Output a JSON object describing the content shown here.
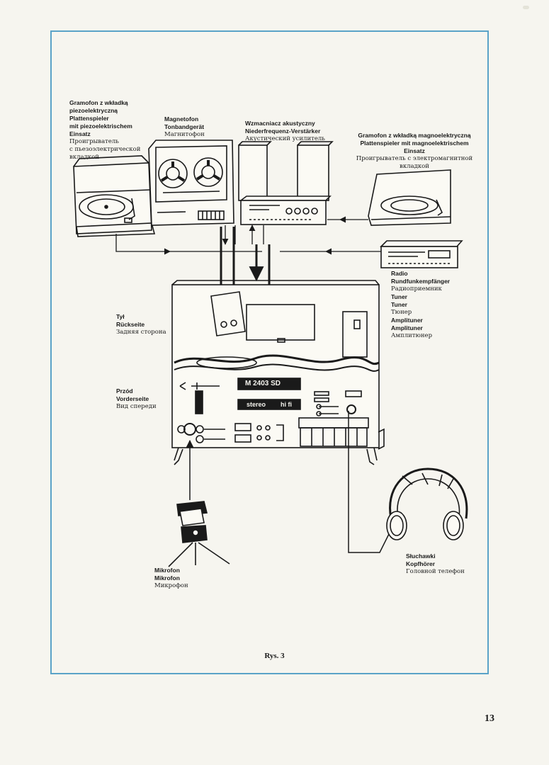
{
  "labels": {
    "turntable_piezo": [
      "Gramofon z wkładką",
      "piezoelektryczną",
      "Plattenspieler",
      "mit piezoelektrischem",
      "Einsatz",
      "Проигрыватель",
      "с пьезоэлектрической",
      "вкладкой"
    ],
    "tape_recorder": [
      "Magnetofon",
      "Tonbandgerät",
      "Магнитофон"
    ],
    "amplifier": [
      "Wzmacniacz akustyczny",
      "Niederfrequenz-Verstärker",
      "Акустический усилитель"
    ],
    "turntable_magnetic": [
      "Gramofon z wkładką magnoelektryczną",
      "Plattenspieler mit magnoelektrischem",
      "Einsatz",
      "Проигрыватель с электромагнитной",
      "вкладкой"
    ],
    "radio": [
      "Radio",
      "Rundfunkempfänger",
      "Радиоприемник",
      "Tuner",
      "Tuner",
      "Тюнер",
      "Amplituner",
      "Amplituner",
      "Амплитюнер"
    ],
    "rear": [
      "Tył",
      "Rückseite",
      "Задняя сторона"
    ],
    "front": [
      "Przód",
      "Vorderseite",
      "Вид спереди"
    ],
    "microphone": [
      "Mikrofon",
      "Mikrofon",
      "Микрофон"
    ],
    "headphones": [
      "Słuchawki",
      "Kopfhörer",
      "Головной телефон"
    ]
  },
  "device": {
    "model": "M 2403 SD",
    "stereo": "stereo",
    "hifi": "hi fi"
  },
  "caption": "Rys. 3",
  "page_number": "13"
}
